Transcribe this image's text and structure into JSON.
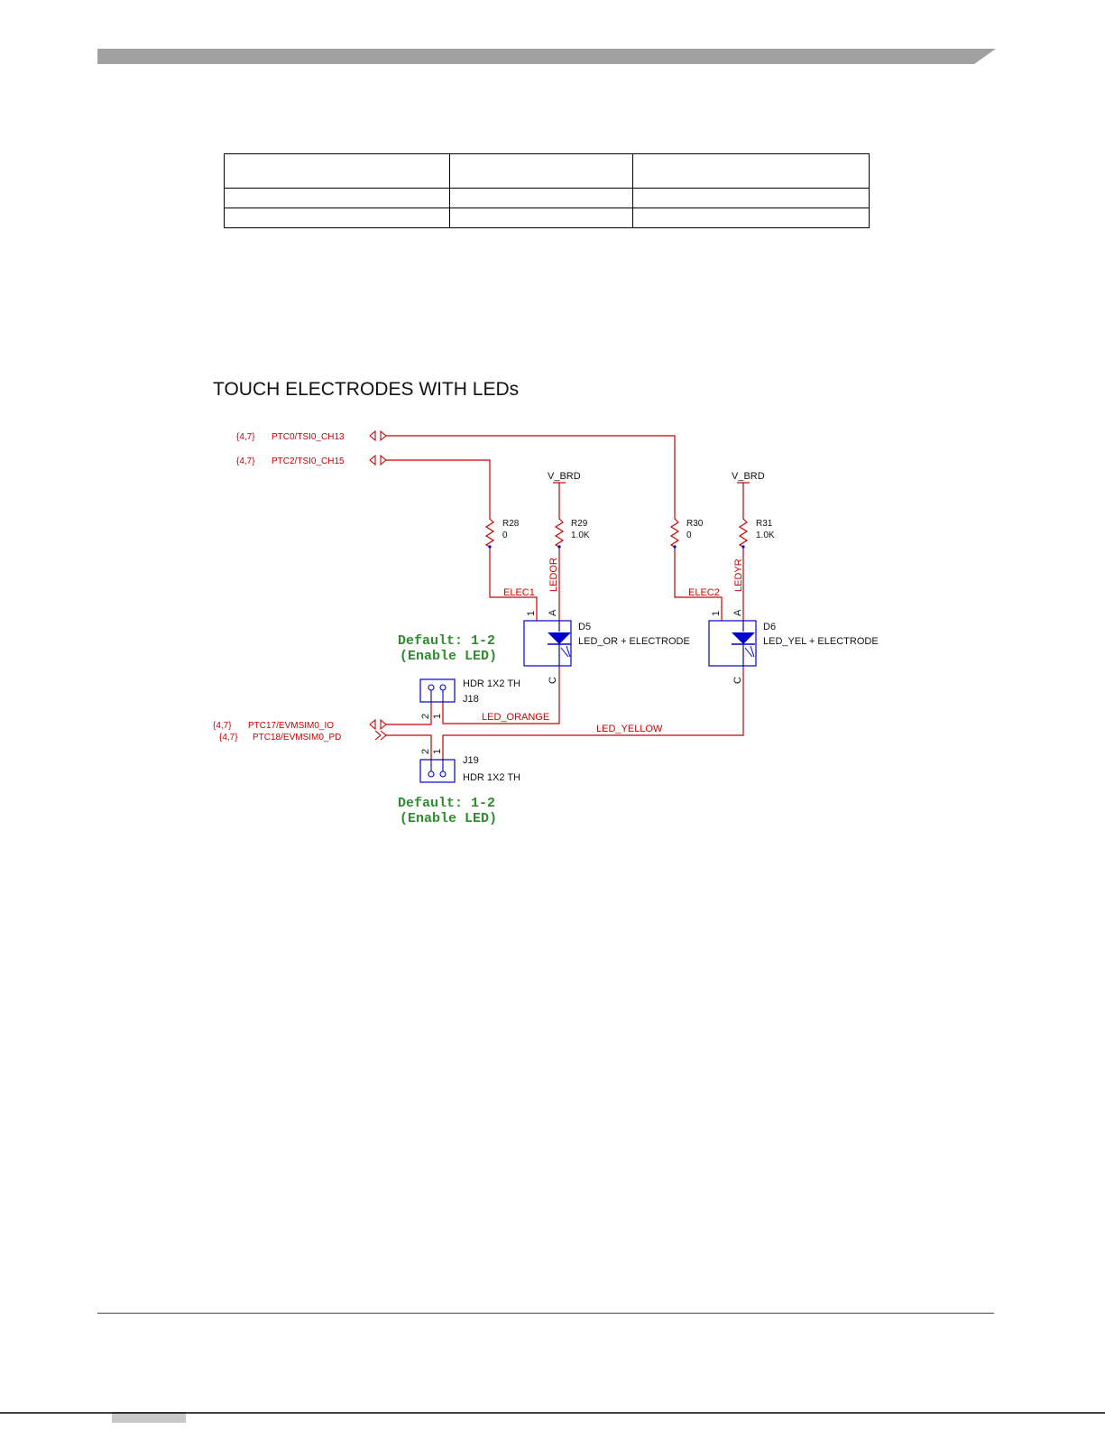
{
  "section_title": "TOUCH ELECTRODES WITH LEDs",
  "table": {
    "rows": 3,
    "cols": 3,
    "cells": [
      [
        "",
        "",
        ""
      ],
      [
        "",
        "",
        ""
      ],
      [
        "",
        "",
        ""
      ]
    ]
  },
  "colors": {
    "header_bar": "#a0a0a0",
    "net_wire": "#cc0000",
    "component": "#0000cc",
    "note": "#2e8b2e"
  },
  "schematic": {
    "ports": [
      {
        "sheet": "{4,7}",
        "net": "PTC0/TSI0_CH13"
      },
      {
        "sheet": "{4,7}",
        "net": "PTC2/TSI0_CH15"
      },
      {
        "sheet": "{4,7}",
        "net": "PTC17/EVMSIM0_IO"
      },
      {
        "sheet": "{4,7}",
        "net": "PTC18/EVMSIM0_PD"
      }
    ],
    "power": [
      "V_BRD",
      "V_BRD"
    ],
    "resistors": [
      {
        "ref": "R28",
        "value": "0"
      },
      {
        "ref": "R29",
        "value": "1.0K"
      },
      {
        "ref": "R30",
        "value": "0"
      },
      {
        "ref": "R31",
        "value": "1.0K"
      }
    ],
    "nets": [
      "ELEC1",
      "LEDOR",
      "ELEC2",
      "LEDYR",
      "LED_ORANGE",
      "LED_YELLOW"
    ],
    "leds": [
      {
        "ref": "D5",
        "value": "LED_OR + ELECTRODE"
      },
      {
        "ref": "D6",
        "value": "LED_YEL + ELECTRODE"
      }
    ],
    "led_pins": [
      "1",
      "A",
      "C"
    ],
    "headers": [
      {
        "ref": "J18",
        "value": "HDR 1X2 TH"
      },
      {
        "ref": "J19",
        "value": "HDR 1X2 TH"
      }
    ],
    "header_pins": [
      "2",
      "1"
    ],
    "notes": [
      {
        "line1": "Default: 1-2",
        "line2": "(Enable LED)"
      },
      {
        "line1": "Default: 1-2",
        "line2": "(Enable LED)"
      }
    ]
  }
}
